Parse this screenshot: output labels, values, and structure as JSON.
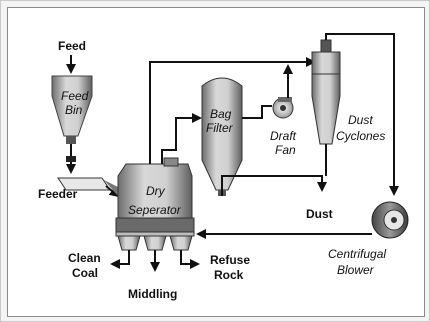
{
  "labels": {
    "feed": "Feed",
    "feed_bin_line1": "Feed",
    "feed_bin_line2": "Bin",
    "feeder": "Feeder",
    "dry_line1": "Dry",
    "dry_line2": "Seperator",
    "bag_line1": "Bag",
    "bag_line2": "Filter",
    "draft_line1": "Draft",
    "draft_line2": "Fan",
    "dust_cyclones_line1": "Dust",
    "dust_cyclones_line2": "Cyclones",
    "dust": "Dust",
    "clean_line1": "Clean",
    "clean_line2": "Coal",
    "refuse_line1": "Refuse",
    "refuse_line2": "Rock",
    "middling": "Middling",
    "blower_line1": "Centrifugal",
    "blower_line2": "Blower"
  }
}
